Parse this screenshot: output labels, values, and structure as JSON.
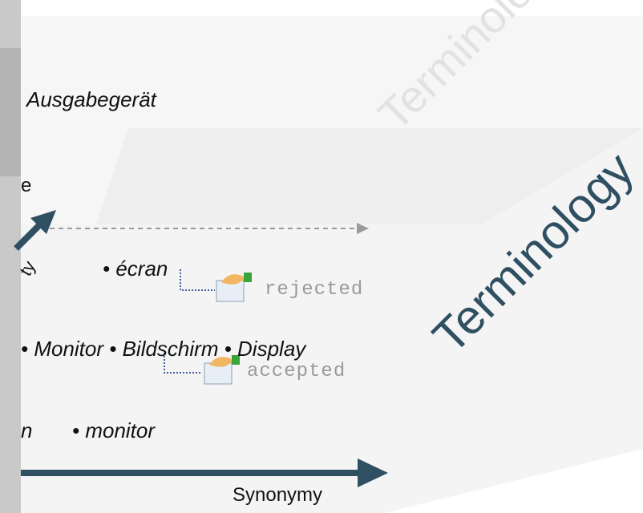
{
  "labels": {
    "top_term": "Ausgabegerät",
    "cut_left_1": "e",
    "cut_left_2": "ty",
    "fr_term": "écran",
    "status_rejected": "rejected",
    "row_terms": "Monitor • Bildschirm • Display",
    "status_accepted": "accepted",
    "cut_left_3": "n",
    "en_term": "monitor",
    "axis_label": "Synonymy",
    "watermark_back": "Terminology",
    "watermark_front": "Terminology"
  },
  "colors": {
    "arrow": "#2f4f62",
    "dashed": "#9a9a9a",
    "plane": "#f2f2f2",
    "watermark_back": "#e2e2e2"
  }
}
